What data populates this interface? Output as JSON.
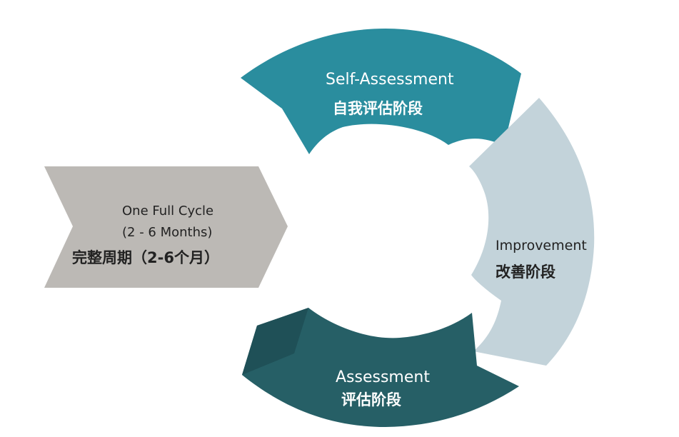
{
  "cycle": {
    "title": "One Full Cycle",
    "range": "(2 - 6 Months)",
    "title_zh": "完整周期（2-6个月）"
  },
  "stages": {
    "self_assessment": {
      "label": "Self-Assessment",
      "label_zh": "自我评估阶段"
    },
    "improvement": {
      "label": "Improvement",
      "label_zh": "改善阶段"
    },
    "assessment": {
      "label": "Assessment",
      "label_zh": "评估阶段"
    }
  },
  "colors": {
    "self_assessment": "#2a8d9e",
    "improvement": "#c3d3da",
    "assessment": "#265f66",
    "assessment_shadow": "#1f5057",
    "cycle_chevron": "#bcb9b5",
    "background": "#ffffff"
  }
}
